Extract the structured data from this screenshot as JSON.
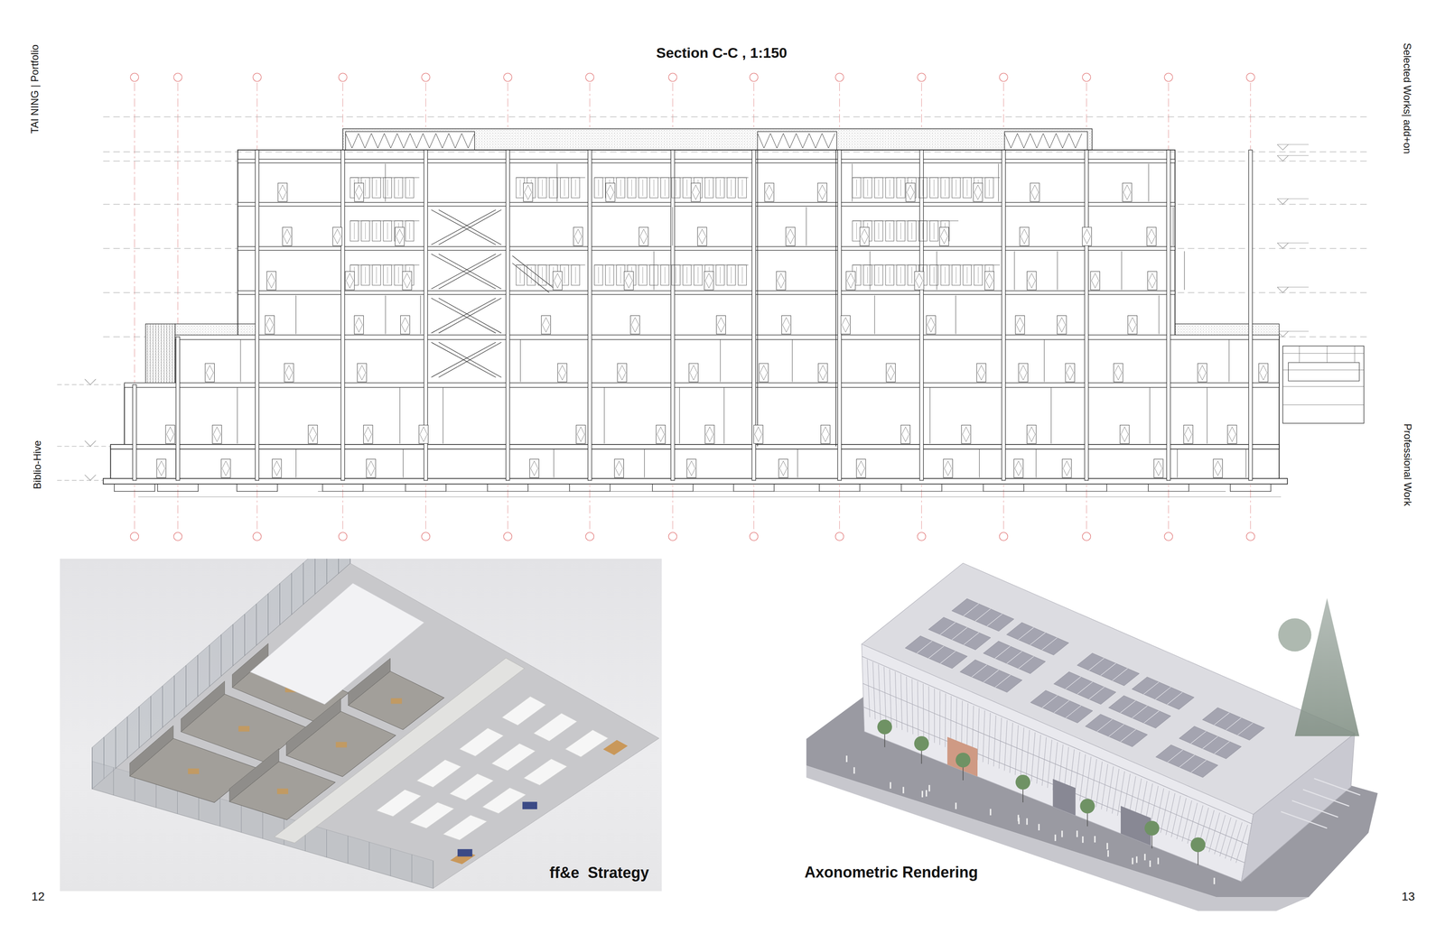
{
  "diagram": {
    "title": "Section C-C , 1:150",
    "nodes": [
      {
        "text": [
          "ff&e  Strategy"
        ]
      }
    ],
    "edges": [],
    "labels": [
      "TAI NING | Portfolio",
      "Biblio-Hive",
      "Selected Works| add+on",
      "Professional Work",
      "12",
      "13",
      "Axonometric Rendering"
    ]
  }
}
